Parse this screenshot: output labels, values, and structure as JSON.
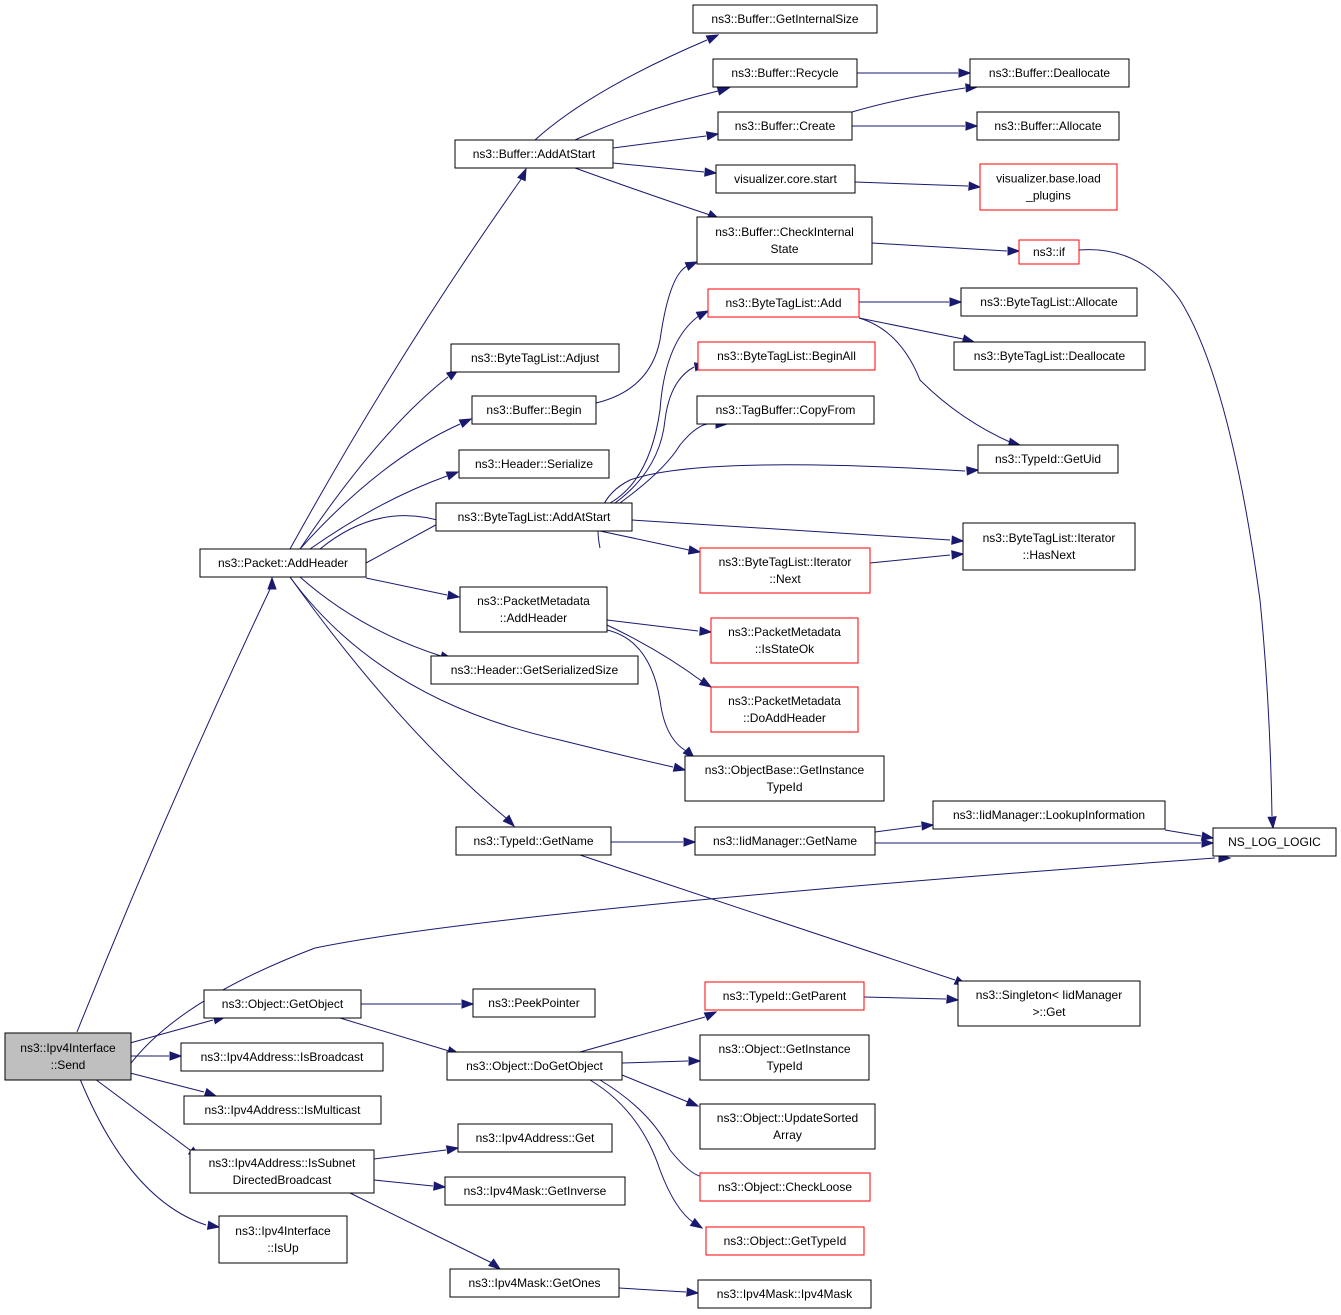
{
  "colors": {
    "edge": "#191970",
    "border_normal": "#000000",
    "border_truncated": "#ff0000",
    "root_fill": "#bfbfbf",
    "node_fill": "#ffffff"
  },
  "nodes": [
    {
      "id": "send",
      "lines": [
        "ns3::Ipv4Interface",
        "::Send"
      ],
      "style": "root"
    },
    {
      "id": "addheader",
      "lines": [
        "ns3::Packet::AddHeader"
      ],
      "style": "normal"
    },
    {
      "id": "getobject",
      "lines": [
        "ns3::Object::GetObject"
      ],
      "style": "normal"
    },
    {
      "id": "isbroadcast",
      "lines": [
        "ns3::Ipv4Address::IsBroadcast"
      ],
      "style": "normal"
    },
    {
      "id": "ismulticast",
      "lines": [
        "ns3::Ipv4Address::IsMulticast"
      ],
      "style": "normal"
    },
    {
      "id": "issubnet",
      "lines": [
        "ns3::Ipv4Address::IsSubnet",
        "DirectedBroadcast"
      ],
      "style": "normal"
    },
    {
      "id": "isup",
      "lines": [
        "ns3::Ipv4Interface",
        "::IsUp"
      ],
      "style": "normal"
    },
    {
      "id": "nslog",
      "lines": [
        "NS_LOG_LOGIC"
      ],
      "style": "normal"
    },
    {
      "id": "bufaddatstart",
      "lines": [
        "ns3::Buffer::AddAtStart"
      ],
      "style": "normal"
    },
    {
      "id": "btladjust",
      "lines": [
        "ns3::ByteTagList::Adjust"
      ],
      "style": "normal"
    },
    {
      "id": "bufbegin",
      "lines": [
        "ns3::Buffer::Begin"
      ],
      "style": "normal"
    },
    {
      "id": "hdrserialize",
      "lines": [
        "ns3::Header::Serialize"
      ],
      "style": "normal"
    },
    {
      "id": "btladdatstart",
      "lines": [
        "ns3::ByteTagList::AddAtStart"
      ],
      "style": "normal"
    },
    {
      "id": "pmaddheader",
      "lines": [
        "ns3::PacketMetadata",
        "::AddHeader"
      ],
      "style": "normal"
    },
    {
      "id": "hdrgetsize",
      "lines": [
        "ns3::Header::GetSerializedSize"
      ],
      "style": "normal"
    },
    {
      "id": "tidgetname",
      "lines": [
        "ns3::TypeId::GetName"
      ],
      "style": "normal"
    },
    {
      "id": "bufgetinternalsize",
      "lines": [
        "ns3::Buffer::GetInternalSize"
      ],
      "style": "normal"
    },
    {
      "id": "bufrecycle",
      "lines": [
        "ns3::Buffer::Recycle"
      ],
      "style": "normal"
    },
    {
      "id": "bufcreate",
      "lines": [
        "ns3::Buffer::Create"
      ],
      "style": "normal"
    },
    {
      "id": "viscorestart",
      "lines": [
        "visualizer.core.start"
      ],
      "style": "normal"
    },
    {
      "id": "bufcheckinternal",
      "lines": [
        "ns3::Buffer::CheckInternal",
        "State"
      ],
      "style": "normal"
    },
    {
      "id": "btladd",
      "lines": [
        "ns3::ByteTagList::Add"
      ],
      "style": "truncated"
    },
    {
      "id": "btlbeginall",
      "lines": [
        "ns3::ByteTagList::BeginAll"
      ],
      "style": "truncated"
    },
    {
      "id": "tagbufcopyfrom",
      "lines": [
        "ns3::TagBuffer::CopyFrom"
      ],
      "style": "normal"
    },
    {
      "id": "btlitnext",
      "lines": [
        "ns3::ByteTagList::Iterator",
        "::Next"
      ],
      "style": "truncated"
    },
    {
      "id": "pmisstateok",
      "lines": [
        "ns3::PacketMetadata",
        "::IsStateOk"
      ],
      "style": "truncated"
    },
    {
      "id": "pmdoaddheader",
      "lines": [
        "ns3::PacketMetadata",
        "::DoAddHeader"
      ],
      "style": "truncated"
    },
    {
      "id": "obgetinstancetypeid",
      "lines": [
        "ns3::ObjectBase::GetInstance",
        "TypeId"
      ],
      "style": "normal"
    },
    {
      "id": "iidgetname",
      "lines": [
        "ns3::IidManager::GetName"
      ],
      "style": "normal"
    },
    {
      "id": "iidlookup",
      "lines": [
        "ns3::IidManager::LookupInformation"
      ],
      "style": "normal"
    },
    {
      "id": "bufdeallocate",
      "lines": [
        "ns3::Buffer::Deallocate"
      ],
      "style": "normal"
    },
    {
      "id": "bufallocate",
      "lines": [
        "ns3::Buffer::Allocate"
      ],
      "style": "normal"
    },
    {
      "id": "visloadplugins",
      "lines": [
        "visualizer.base.load",
        "_plugins"
      ],
      "style": "truncated"
    },
    {
      "id": "ns3if",
      "lines": [
        "ns3::if"
      ],
      "style": "truncated"
    },
    {
      "id": "btlallocate",
      "lines": [
        "ns3::ByteTagList::Allocate"
      ],
      "style": "normal"
    },
    {
      "id": "btldeallocate",
      "lines": [
        "ns3::ByteTagList::Deallocate"
      ],
      "style": "normal"
    },
    {
      "id": "tidgetuid",
      "lines": [
        "ns3::TypeId::GetUid"
      ],
      "style": "normal"
    },
    {
      "id": "btlithasnext",
      "lines": [
        "ns3::ByteTagList::Iterator",
        "::HasNext"
      ],
      "style": "normal"
    },
    {
      "id": "peekpointer",
      "lines": [
        "ns3::PeekPointer"
      ],
      "style": "normal"
    },
    {
      "id": "dogetobject",
      "lines": [
        "ns3::Object::DoGetObject"
      ],
      "style": "normal"
    },
    {
      "id": "tidgetparent",
      "lines": [
        "ns3::TypeId::GetParent"
      ],
      "style": "truncated"
    },
    {
      "id": "singletonget",
      "lines": [
        "ns3::Singleton< IidManager",
        ">::Get"
      ],
      "style": "normal"
    },
    {
      "id": "objgetinstancetypeid",
      "lines": [
        "ns3::Object::GetInstance",
        "TypeId"
      ],
      "style": "normal"
    },
    {
      "id": "objupdatesorted",
      "lines": [
        "ns3::Object::UpdateSorted",
        "Array"
      ],
      "style": "normal"
    },
    {
      "id": "objcheckloose",
      "lines": [
        "ns3::Object::CheckLoose"
      ],
      "style": "truncated"
    },
    {
      "id": "objgettypeid",
      "lines": [
        "ns3::Object::GetTypeId"
      ],
      "style": "truncated"
    },
    {
      "id": "ipv4addrget",
      "lines": [
        "ns3::Ipv4Address::Get"
      ],
      "style": "normal"
    },
    {
      "id": "maskgetinverse",
      "lines": [
        "ns3::Ipv4Mask::GetInverse"
      ],
      "style": "normal"
    },
    {
      "id": "maskgetones",
      "lines": [
        "ns3::Ipv4Mask::GetOnes"
      ],
      "style": "normal"
    },
    {
      "id": "maskipv4mask",
      "lines": [
        "ns3::Ipv4Mask::Ipv4Mask"
      ],
      "style": "normal"
    }
  ]
}
